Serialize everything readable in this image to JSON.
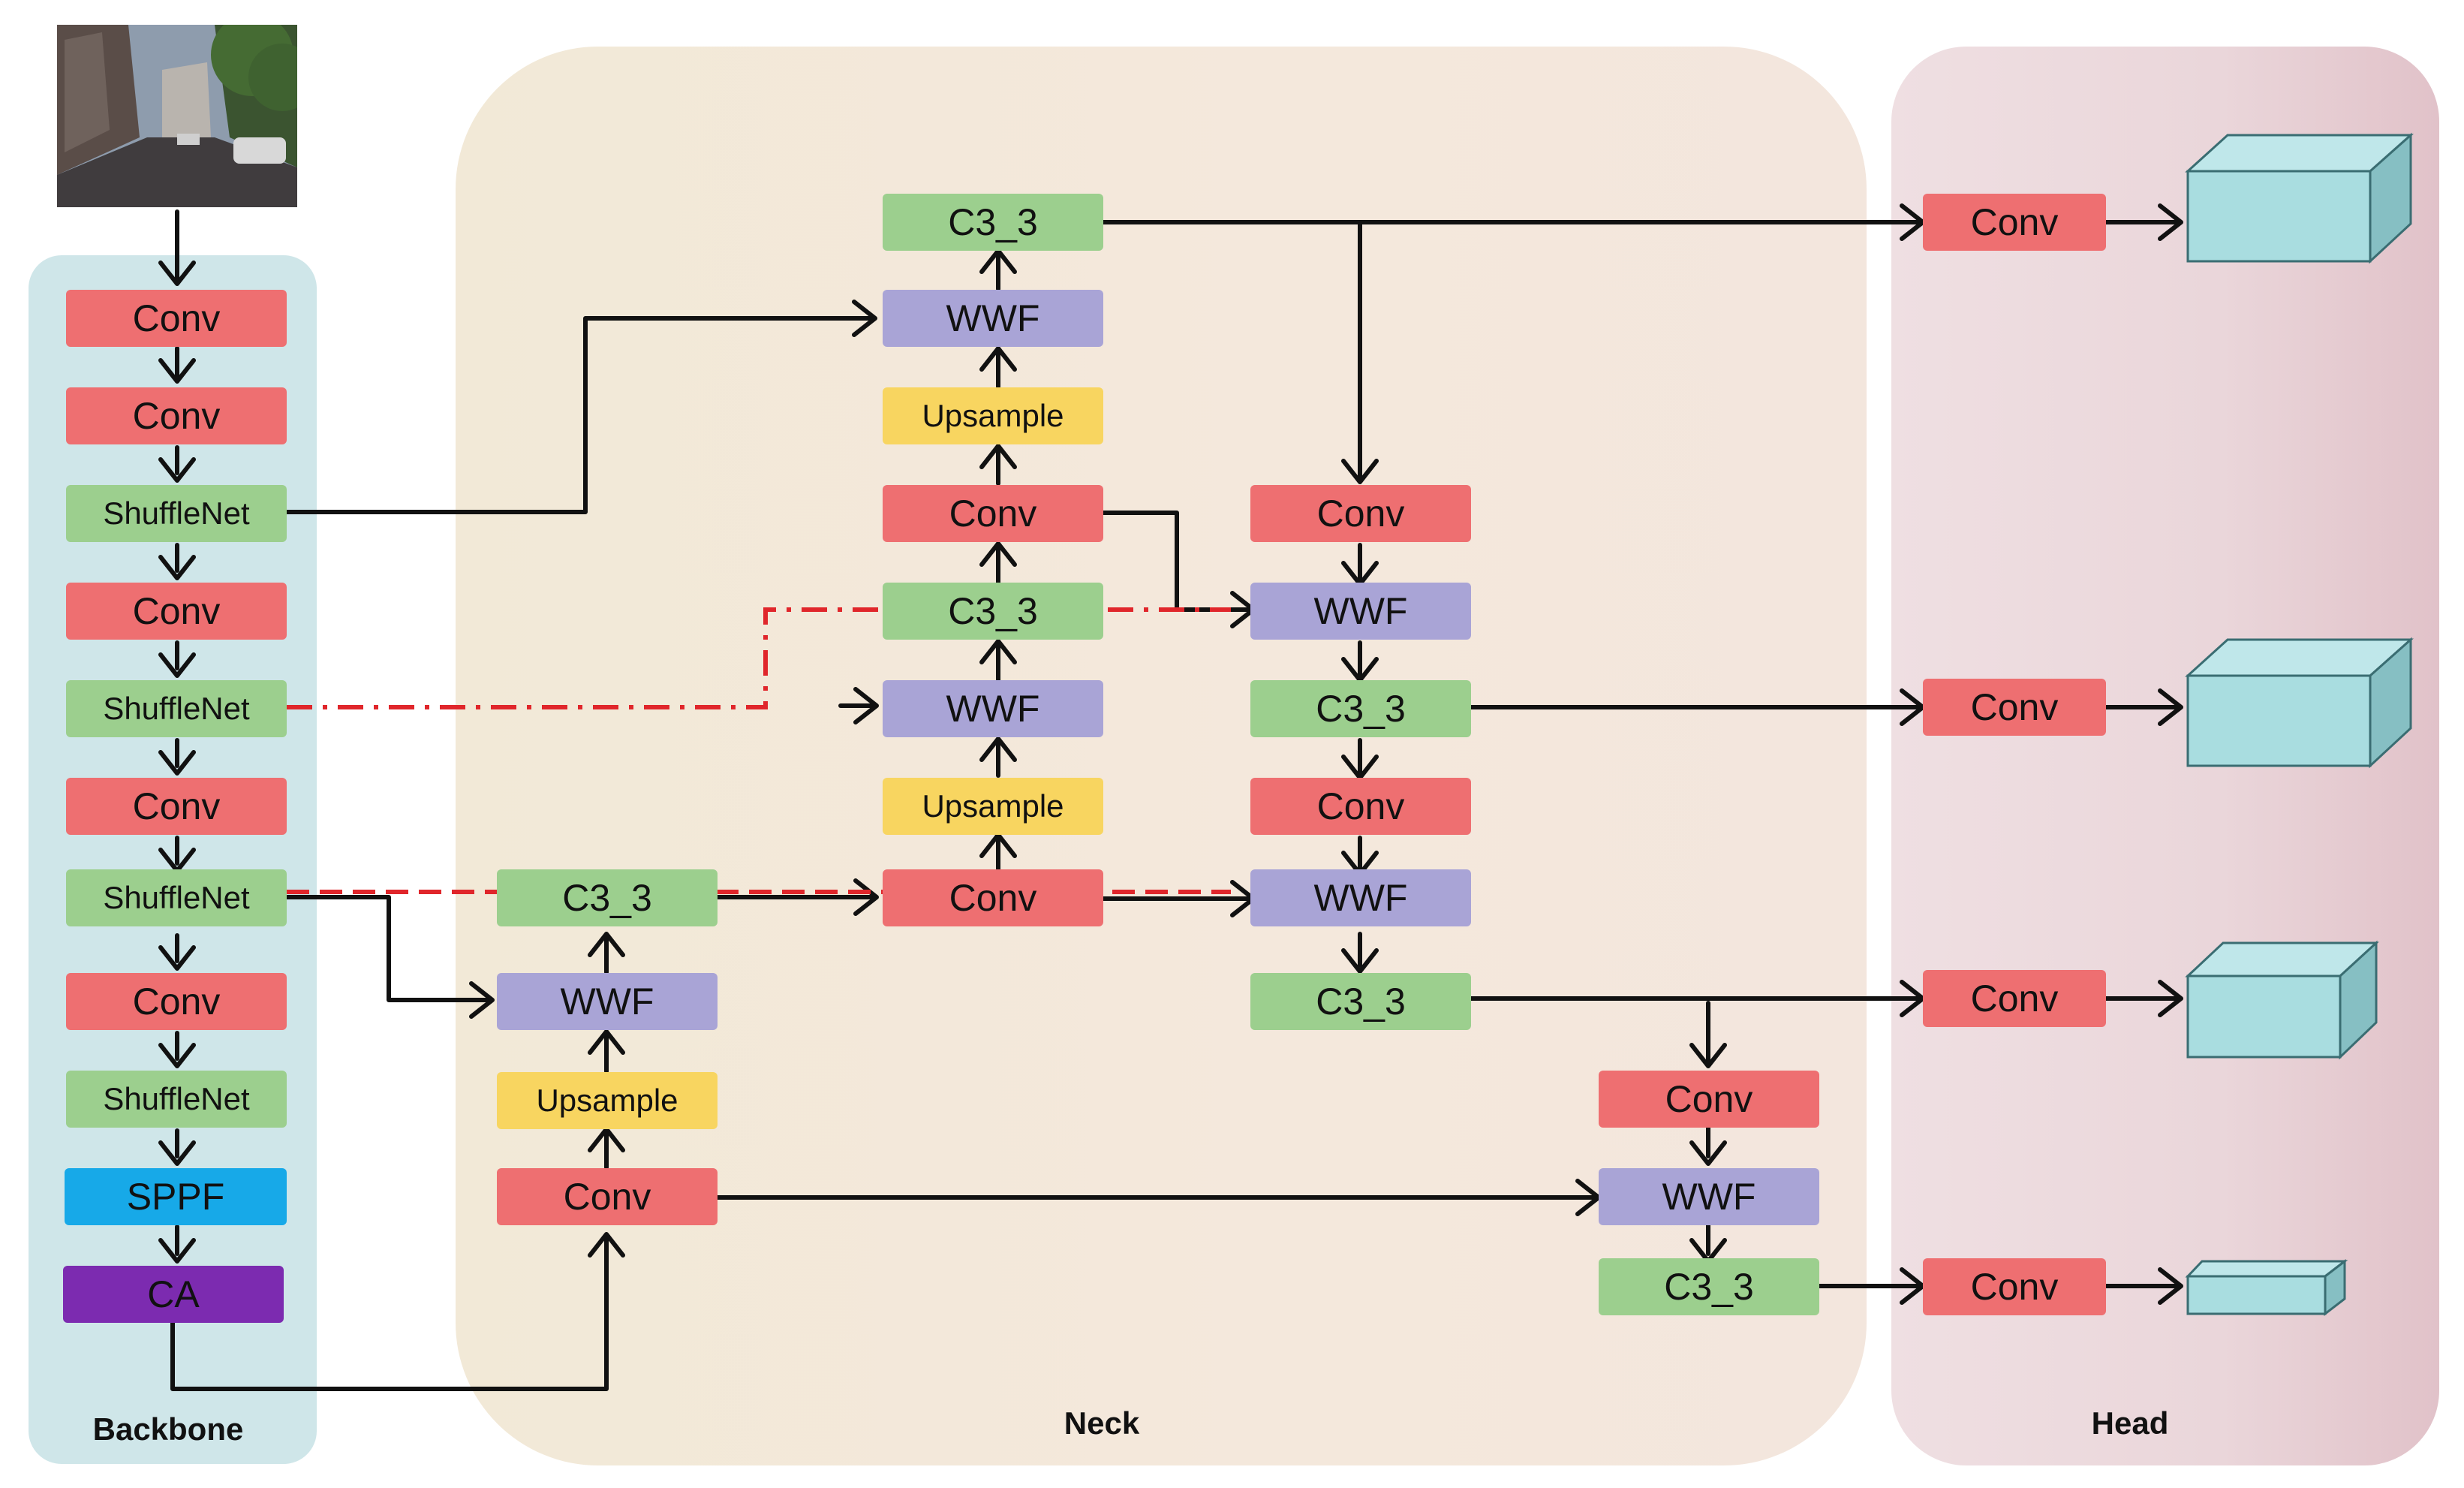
{
  "regions": {
    "backbone": "Backbone",
    "neck": "Neck",
    "head": "Head"
  },
  "input_image": {
    "icon": "street-scene-photo"
  },
  "backbone": {
    "b1": "Conv",
    "b2": "Conv",
    "b3": "ShuffleNet",
    "b4": "Conv",
    "b5": "ShuffleNet",
    "b6": "Conv",
    "b7": "ShuffleNet",
    "b8": "Conv",
    "b9": "ShuffleNet",
    "b10": "SPPF",
    "b11": "CA"
  },
  "neck": {
    "n_conv_low": "Conv",
    "n_up_low": "Upsample",
    "n_wwf_low": "WWF",
    "n_c3_low": "C3_3",
    "n_conv_mid": "Conv",
    "n_up_mid": "Upsample",
    "n_wwf_mid": "WWF",
    "n_c3_mid": "C3_3",
    "n_conv_top": "Conv",
    "n_up_top": "Upsample",
    "n_wwf_top": "WWF",
    "n_c3_top": "C3_3",
    "p_conv1": "Conv",
    "p_wwf1": "WWF",
    "p_c3_1": "C3_3",
    "p_conv2": "Conv",
    "p_wwf2": "WWF",
    "p_c3_2": "C3_3",
    "q_conv": "Conv",
    "q_wwf": "WWF",
    "q_c3": "C3_3"
  },
  "head": {
    "h1": "Conv",
    "h2": "Conv",
    "h3": "Conv",
    "h4": "Conv"
  },
  "colors": {
    "conv": "#ee6f71",
    "c3": "#9ccf8e",
    "wwf": "#a9a4d6",
    "upsample": "#f8d560",
    "sppf": "#17a9e8",
    "ca": "#7c2bb0",
    "output_cube": "#a9dde0",
    "dashed_link": "#e0262b"
  }
}
